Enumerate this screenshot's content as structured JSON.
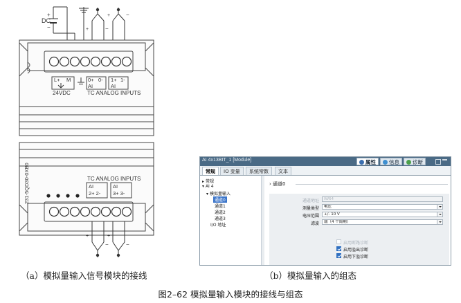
{
  "figure": {
    "caption_main": "图2–62 模拟量输入模块的接线与组态",
    "caption_a": "（a）模拟量输入信号模块的接线",
    "caption_b": "（b）模拟量输入的组态"
  },
  "wiring": {
    "dc_label": "DC",
    "plus": "+",
    "minus": "−",
    "top_terminals": {
      "l_plus": "L+",
      "m": "M",
      "ch0_top": "0+",
      "ch0_sign": "0-",
      "ch0_ai": "AI",
      "ch1_top": "1+",
      "ch1_sign": "1-",
      "ch1_ai": "AI",
      "supply": "24VDC",
      "group": "TC ANALOG INPUTS"
    },
    "bottom_terminals": {
      "group": "TC ANALOG INPUTS",
      "ch2_ai": "AI",
      "ch2_label": "2+  2-",
      "ch3_ai": "AI",
      "ch3_label": "3+  3-"
    },
    "part_number": "231-5QD30-0XB0"
  },
  "panel": {
    "title": "AI 4x13BIT_1 [Module]",
    "inspector_tabs": [
      {
        "label": "属性",
        "active": true
      },
      {
        "label": "信息",
        "active": false
      },
      {
        "label": "诊断",
        "active": false
      }
    ],
    "tabs": [
      {
        "label": "常规",
        "active": true
      },
      {
        "label": "IO 变量",
        "active": false
      },
      {
        "label": "系统常数",
        "active": false
      },
      {
        "label": "文本",
        "active": false
      }
    ],
    "tree": {
      "items": [
        {
          "label": "常规",
          "marker": "▸",
          "selected": false
        },
        {
          "label": "AI 4",
          "marker": "▾",
          "selected": false
        },
        {
          "label": "模拟量输入",
          "marker": "▾",
          "selected": false
        },
        {
          "label": "通道0",
          "marker": "",
          "selected": true
        },
        {
          "label": "通道1",
          "marker": "",
          "selected": false
        },
        {
          "label": "通道2",
          "marker": "",
          "selected": false
        },
        {
          "label": "通道3",
          "marker": "",
          "selected": false
        },
        {
          "label": "I/O 地址",
          "marker": "",
          "selected": false
        }
      ]
    },
    "section": {
      "marker": "›",
      "title": "通道0"
    },
    "fields": [
      {
        "label": "通道地址",
        "value": "IW64",
        "disabled": true,
        "dropdown": false
      },
      {
        "label": "测量类型",
        "value": "电压",
        "disabled": false,
        "dropdown": true
      },
      {
        "label": "电压范围",
        "value": "+/- 10 V",
        "disabled": false,
        "dropdown": true
      },
      {
        "label": "滤波",
        "value": "弱（4 个周期）",
        "disabled": false,
        "dropdown": true
      }
    ],
    "checkboxes": [
      {
        "label": "启用断路诊断",
        "checked": false,
        "disabled": true
      },
      {
        "label": "启用溢出诊断",
        "checked": true,
        "disabled": false
      },
      {
        "label": "启用下溢诊断",
        "checked": true,
        "disabled": false
      }
    ]
  }
}
